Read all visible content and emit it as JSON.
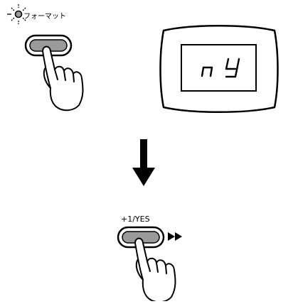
{
  "format_step": {
    "button_label": "フォーマット",
    "led_state": "blinking",
    "display_text": "n Y"
  },
  "transition": {
    "arrow": "down-arrow-icon"
  },
  "yes_step": {
    "button_label": "+1/YES",
    "indicator": "fast-forward-icon"
  },
  "colors": {
    "ink": "#000000",
    "button_fill": "#9a9a9a",
    "background": "#ffffff"
  }
}
